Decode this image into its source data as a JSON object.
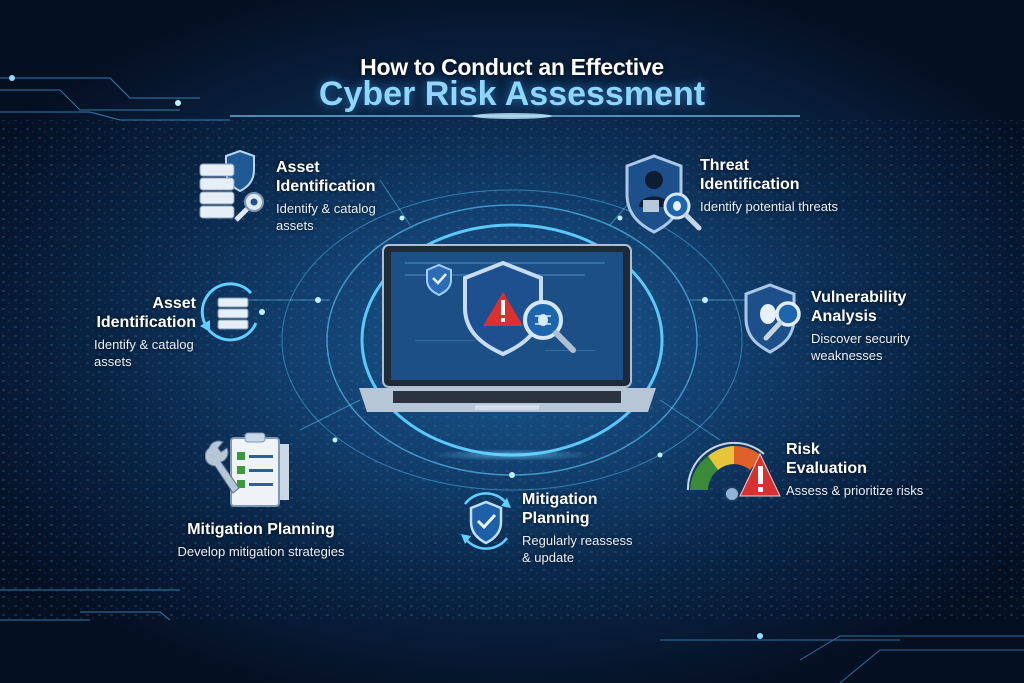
{
  "header": {
    "line1": "How to Conduct an Effective",
    "line2": "Cyber Risk Assessment"
  },
  "steps": [
    {
      "id": "asset-top",
      "title_line1": "Asset",
      "title_line2": "Identification",
      "desc_line1": "Identify & catalog",
      "desc_line2": "assets",
      "icon": "server-stack-shield-key-icon"
    },
    {
      "id": "threat",
      "title_line1": "Threat",
      "title_line2": "Identification",
      "desc_line1": "Identify potential threats",
      "desc_line2": "",
      "icon": "shield-hacker-magnifier-icon"
    },
    {
      "id": "asset-left",
      "title_line1": "Asset",
      "title_line2": "Identification",
      "desc_line1": "Identify & catalog",
      "desc_line2": "assets",
      "icon": "server-cycle-icon"
    },
    {
      "id": "vulnerability",
      "title_line1": "Vulnerability",
      "title_line2": "Analysis",
      "desc_line1": "Discover security",
      "desc_line2": "weaknesses",
      "icon": "shield-bug-magnifier-icon"
    },
    {
      "id": "mitigation-left",
      "title_line1": "Mitigation Planning",
      "title_line2": "",
      "desc_line1": "Develop mitigation strategies",
      "desc_line2": "",
      "icon": "clipboard-wrench-icon"
    },
    {
      "id": "mitigation-bottom",
      "title_line1": "Mitigation",
      "title_line2": "Planning",
      "desc_line1": "Regularly reassess",
      "desc_line2": "& update",
      "icon": "shield-check-cycle-icon"
    },
    {
      "id": "risk",
      "title_line1": "Risk",
      "title_line2": "Evaluation",
      "desc_line1": "Assess & prioritize risks",
      "desc_line2": "",
      "icon": "risk-gauge-warning-icon"
    }
  ],
  "center": {
    "icon": "laptop-shield-alert-icon"
  },
  "colors": {
    "bg_dark": "#050f22",
    "bg_mid": "#123f6e",
    "accent_cyan": "#8fd6ff",
    "glow": "#5fd0ff",
    "alert_red": "#d93030",
    "gauge_green": "#3a8a3a",
    "gauge_yellow": "#e8c43a",
    "gauge_orange": "#e0602a"
  }
}
